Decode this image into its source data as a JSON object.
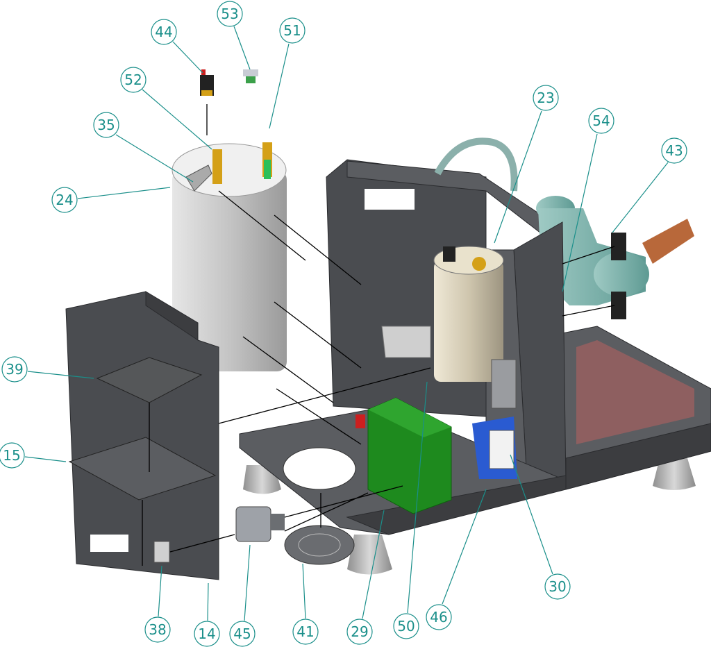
{
  "diagram": {
    "type": "exploded-assembly",
    "callouts": [
      "53",
      "44",
      "51",
      "52",
      "35",
      "24",
      "23",
      "54",
      "43",
      "39",
      "15",
      "38",
      "14",
      "45",
      "41",
      "29",
      "50",
      "46",
      "30"
    ]
  },
  "colors": {
    "callout": "#1a8f8a",
    "frame": "#4a4c50",
    "transformer": "#1e8a1e",
    "boiler": "#c8c8c8",
    "brass": "#d4a017",
    "pump": "#7fb3ad"
  }
}
